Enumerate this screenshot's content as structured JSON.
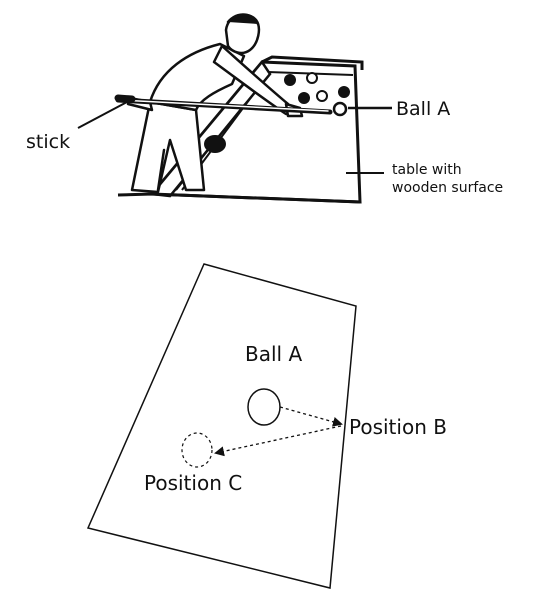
{
  "illustration": {
    "labels": {
      "stick": "stick",
      "ball_a": "Ball A",
      "table_line1": "table with",
      "table_line2": "wooden surface"
    }
  },
  "diagram": {
    "labels": {
      "ball_a": "Ball A",
      "position_b": "Position B",
      "position_c": "Position C"
    }
  },
  "colors": {
    "ink": "#111111",
    "background": "#ffffff"
  }
}
